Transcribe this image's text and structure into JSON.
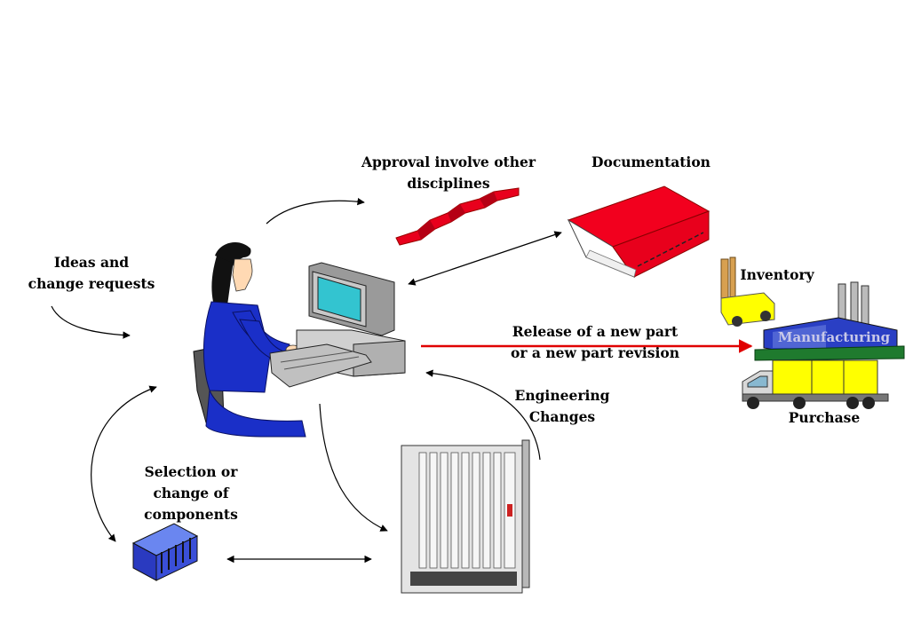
{
  "labels": {
    "ideas": [
      "Ideas and",
      "change requests"
    ],
    "approval": [
      "Approval involve other",
      "disciplines"
    ],
    "documentation": "Documentation",
    "inventory": "Inventory",
    "release": [
      "Release of a new part",
      "or a new part revision"
    ],
    "manufacturing": "Manufacturing",
    "purchase": "Purchase",
    "engineering": [
      "Engineering",
      "Changes"
    ],
    "selection": [
      "Selection or",
      "change of",
      "components"
    ]
  },
  "colors": {
    "release_arrow": "#e00000",
    "connector_arrow": "#000000",
    "person_clothing": "#1a2fc8",
    "book": "#e8001c",
    "approval_strip": "#e8001c",
    "monitor_screen": "#33c4d0",
    "component": "#3a4fd8",
    "forklift": "#ffff00",
    "factory_roof": "#2233aa"
  }
}
